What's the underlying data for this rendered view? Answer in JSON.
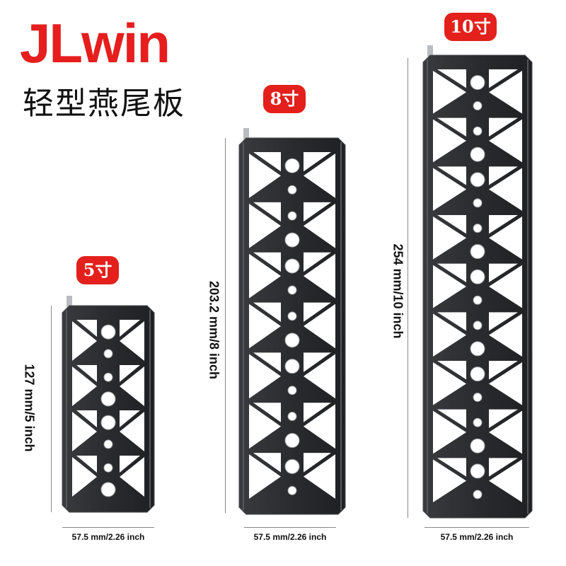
{
  "brand": {
    "logo_text": "JLwin",
    "subtitle": "轻型燕尾板",
    "color": "#e61e1e"
  },
  "products": [
    {
      "badge": "5寸",
      "length_label": "127 mm/5 inch",
      "width_label": "57.5 mm/2.26 inch"
    },
    {
      "badge": "8寸",
      "length_label": "203.2 mm/8 inch",
      "width_label": "57.5 mm/2.26 inch"
    },
    {
      "badge": "10寸",
      "length_label": "254 mm/10 inch",
      "width_label": "57.5 mm/2.26 inch"
    }
  ],
  "colors": {
    "badge": "#e3201b",
    "plate": "#2a2b2e",
    "plate_edge": "#4a4c50"
  }
}
